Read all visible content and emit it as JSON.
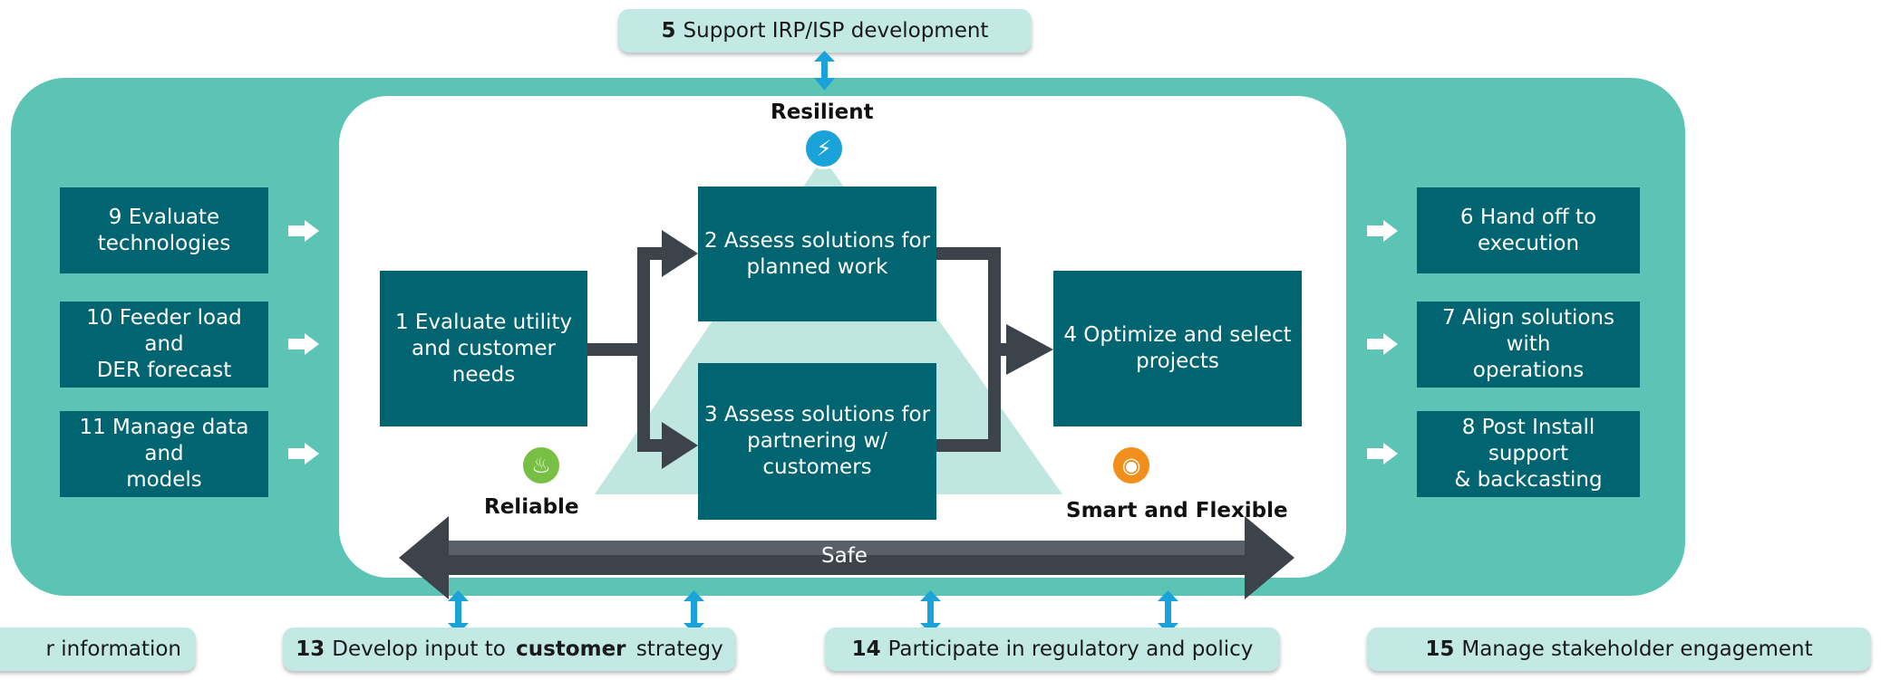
{
  "top_pill": {
    "num": "5",
    "text": "Support IRP/ISP development"
  },
  "left_boxes": [
    {
      "text": "9  Evaluate\ntechnologies"
    },
    {
      "text": "10 Feeder load and\nDER  forecast"
    },
    {
      "text": "11  Manage data and\nmodels"
    }
  ],
  "right_boxes": [
    {
      "text": "6 Hand off to\nexecution"
    },
    {
      "text": "7 Align solutions with\noperations"
    },
    {
      "text": "8 Post Install support\n& backcasting"
    }
  ],
  "center_boxes": {
    "b1": "1  Evaluate utility\nand customer needs",
    "b2": "2 Assess solutions for\nplanned work",
    "b3": "3 Assess solutions for\npartnering w/\ncustomers",
    "b4": "4  Optimize and select\nprojects"
  },
  "labels": {
    "resilient": "Resilient",
    "reliable": "Reliable",
    "smart": "Smart and Flexible",
    "safe": "Safe"
  },
  "bottom_pills": [
    {
      "num": "",
      "text": "r information"
    },
    {
      "num": "13",
      "pre": "Develop input to ",
      "bold": "customer",
      "post": " strategy"
    },
    {
      "num": "14",
      "text": "Participate in regulatory and policy"
    },
    {
      "num": "15",
      "text": "Manage stakeholder engagement"
    }
  ],
  "icons": {
    "resilient": "lightning-icon",
    "reliable": "heat-waves-icon",
    "smart": "dial-icon"
  },
  "colors": {
    "teal_outer": "#5bc4b5",
    "box": "#006570",
    "pill": "#c2e9e3",
    "arrow_blue": "#1aa3d9",
    "dark_arrow": "#3d434a"
  }
}
